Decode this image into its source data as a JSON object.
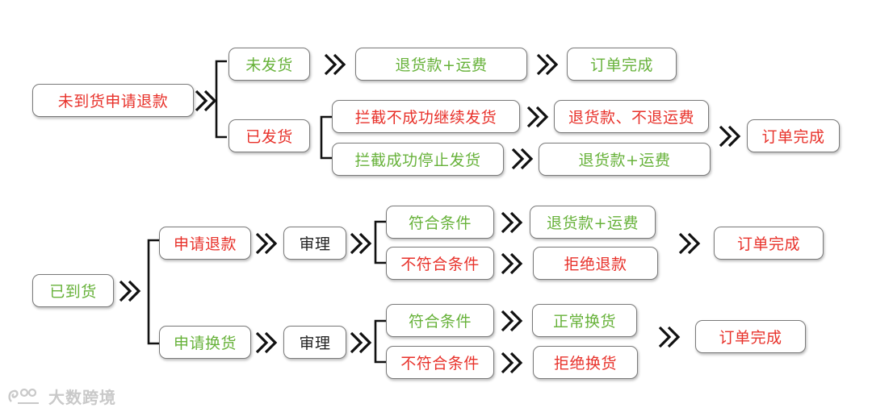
{
  "section1": {
    "root": "未到货申请退款",
    "not_shipped": {
      "label": "未发货",
      "result": "退货款+运费",
      "done": "订单完成"
    },
    "shipped": {
      "label": "已发货",
      "intercept_fail": {
        "label": "拦截不成功继续发货",
        "result": "退货款、不退运费"
      },
      "intercept_success": {
        "label": "拦截成功停止发货",
        "result": "退货款+运费"
      },
      "done": "订单完成"
    }
  },
  "section2": {
    "root": "已到货",
    "refund": {
      "label": "申请退款",
      "review": "审理",
      "meets": {
        "label": "符合条件",
        "result": "退货款+运费"
      },
      "fails": {
        "label": "不符合条件",
        "result": "拒绝退款"
      },
      "done": "订单完成"
    },
    "exchange": {
      "label": "申请换货",
      "review": "审理",
      "meets": {
        "label": "符合条件",
        "result": "正常换货"
      },
      "fails": {
        "label": "不符合条件",
        "result": "拒绝换货"
      },
      "done": "订单完成"
    }
  },
  "watermark": "大数跨境",
  "colors": {
    "red": "#e8322b",
    "green": "#67b23a",
    "black": "#222222",
    "border": "#7a7a7a"
  }
}
